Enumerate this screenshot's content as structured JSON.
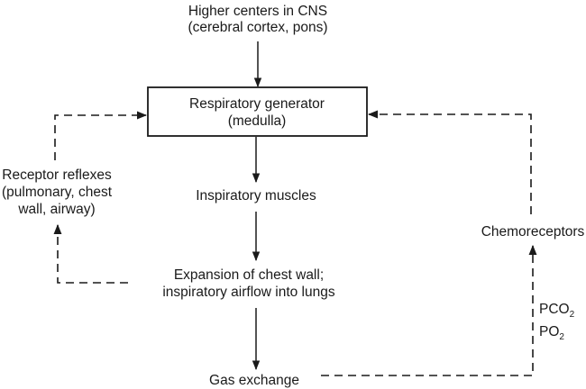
{
  "diagram": {
    "type": "flowchart",
    "nodes": {
      "higher_centers": {
        "line1": "Higher centers in CNS",
        "line2": "(cerebral cortex, pons)"
      },
      "generator": {
        "line1": "Respiratory generator",
        "line2": "(medulla)"
      },
      "muscles": {
        "line1": "Inspiratory muscles"
      },
      "expansion": {
        "line1": "Expansion of chest wall;",
        "line2": "inspiratory airflow into lungs"
      },
      "gas_exchange": {
        "line1": "Gas exchange"
      },
      "receptor_reflexes": {
        "line1": "Receptor reflexes",
        "line2": "(pulmonary, chest",
        "line3": "wall, airway)"
      },
      "chemoreceptors": {
        "line1": "Chemoreceptors"
      }
    },
    "gas_labels": {
      "pco2": {
        "base": "PCO",
        "sub": "2"
      },
      "po2": {
        "base": "PO",
        "sub": "2"
      }
    },
    "edges": [
      {
        "from": "higher_centers",
        "to": "generator",
        "style": "solid"
      },
      {
        "from": "generator",
        "to": "muscles",
        "style": "solid"
      },
      {
        "from": "muscles",
        "to": "expansion",
        "style": "solid"
      },
      {
        "from": "expansion",
        "to": "gas_exchange",
        "style": "solid"
      },
      {
        "from": "expansion",
        "to": "receptor_reflexes",
        "style": "dashed"
      },
      {
        "from": "receptor_reflexes",
        "to": "generator",
        "style": "dashed"
      },
      {
        "from": "gas_exchange",
        "to": "chemoreceptors",
        "style": "dashed"
      },
      {
        "from": "chemoreceptors",
        "to": "generator",
        "style": "dashed"
      }
    ]
  }
}
